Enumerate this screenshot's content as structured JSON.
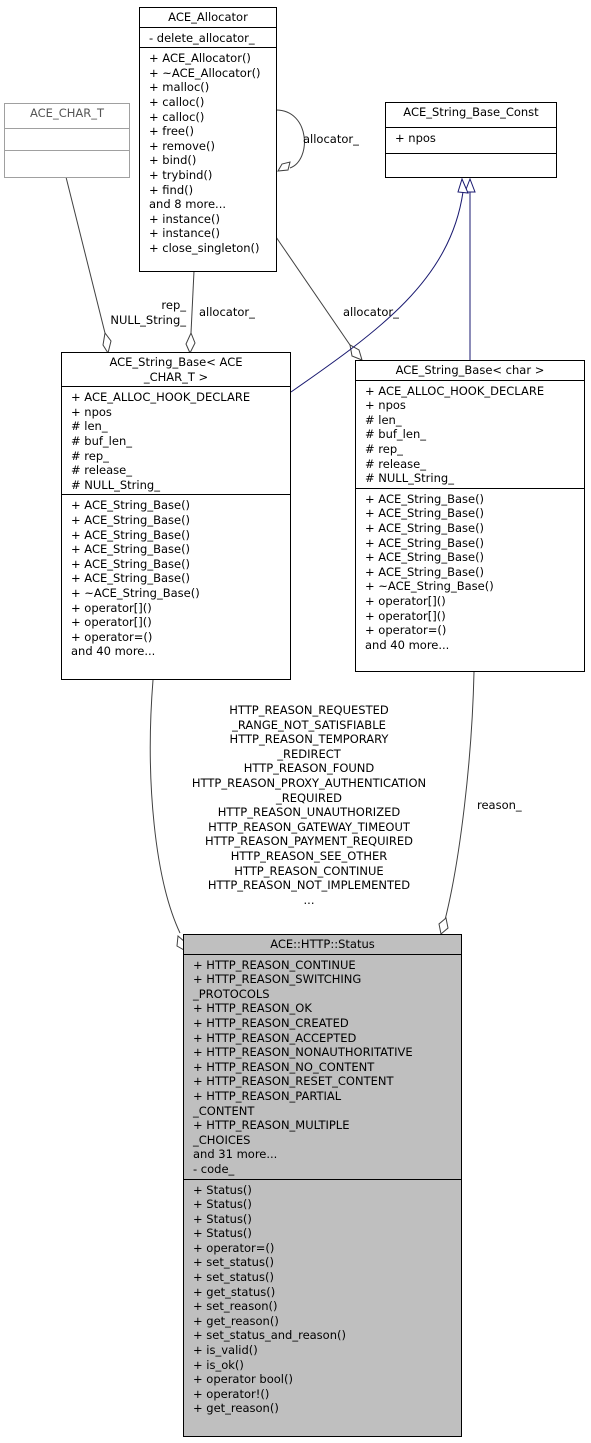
{
  "nodes": {
    "allocator": {
      "title": [
        "ACE_Allocator"
      ],
      "attributes": [
        "- delete_allocator_"
      ],
      "methods": [
        "+ ACE_Allocator()",
        "+ ~ACE_Allocator()",
        "+ malloc()",
        "+ calloc()",
        "+ calloc()",
        "+ free()",
        "+ remove()",
        "+ bind()",
        "+ trybind()",
        "+ find()",
        "and 8 more...",
        "+ instance()",
        "+ instance()",
        "+ close_singleton()"
      ]
    },
    "char_t": {
      "title": [
        "ACE_CHAR_T"
      ],
      "attributes": [],
      "methods": []
    },
    "string_base_const": {
      "title": [
        "ACE_String_Base_Const"
      ],
      "attributes": [
        "+ npos"
      ],
      "methods": []
    },
    "string_base_char_t": {
      "title": [
        "ACE_String_Base< ACE",
        "_CHAR_T >"
      ],
      "attributes": [
        "+ ACE_ALLOC_HOOK_DECLARE",
        "+ npos",
        "# len_",
        "# buf_len_",
        "# rep_",
        "# release_",
        "# NULL_String_"
      ],
      "methods": [
        "+ ACE_String_Base()",
        "+ ACE_String_Base()",
        "+ ACE_String_Base()",
        "+ ACE_String_Base()",
        "+ ACE_String_Base()",
        "+ ACE_String_Base()",
        "+ ~ACE_String_Base()",
        "+ operator[]()",
        "+ operator[]()",
        "+ operator=()",
        "and 40 more..."
      ]
    },
    "string_base_char": {
      "title": [
        "ACE_String_Base< char >"
      ],
      "attributes": [
        "+ ACE_ALLOC_HOOK_DECLARE",
        "+ npos",
        "# len_",
        "# buf_len_",
        "# rep_",
        "# release_",
        "# NULL_String_"
      ],
      "methods": [
        "+ ACE_String_Base()",
        "+ ACE_String_Base()",
        "+ ACE_String_Base()",
        "+ ACE_String_Base()",
        "+ ACE_String_Base()",
        "+ ACE_String_Base()",
        "+ ~ACE_String_Base()",
        "+ operator[]()",
        "+ operator[]()",
        "+ operator=()",
        "and 40 more..."
      ]
    },
    "status": {
      "title": [
        "ACE::HTTP::Status"
      ],
      "attributes": [
        "+ HTTP_REASON_CONTINUE",
        "+ HTTP_REASON_SWITCHING",
        "_PROTOCOLS",
        "+ HTTP_REASON_OK",
        "+ HTTP_REASON_CREATED",
        "+ HTTP_REASON_ACCEPTED",
        "+ HTTP_REASON_NONAUTHORITATIVE",
        "+ HTTP_REASON_NO_CONTENT",
        "+ HTTP_REASON_RESET_CONTENT",
        "+ HTTP_REASON_PARTIAL",
        "_CONTENT",
        "+ HTTP_REASON_MULTIPLE",
        "_CHOICES",
        "and 31 more...",
        "- code_"
      ],
      "methods": [
        "+ Status()",
        "+ Status()",
        "+ Status()",
        "+ Status()",
        "+ operator=()",
        "+ set_status()",
        "+ set_status()",
        "+ get_status()",
        "+ set_reason()",
        "+ get_reason()",
        "+ set_status_and_reason()",
        "+ is_valid()",
        "+ is_ok()",
        "+ operator bool()",
        "+ operator!()",
        "+ get_reason()"
      ]
    }
  },
  "edge_labels": {
    "allocator_self": "allocator_",
    "rep_null": [
      "rep_",
      "NULL_String_"
    ],
    "allocator_left": "allocator_",
    "allocator_right": "allocator_",
    "reason": "reason_",
    "reasons": [
      "HTTP_REASON_REQUESTED",
      "_RANGE_NOT_SATISFIABLE",
      "HTTP_REASON_TEMPORARY",
      "_REDIRECT",
      "HTTP_REASON_FOUND",
      "HTTP_REASON_PROXY_AUTHENTICATION",
      "_REQUIRED",
      "HTTP_REASON_UNAUTHORIZED",
      "HTTP_REASON_GATEWAY_TIMEOUT",
      "HTTP_REASON_PAYMENT_REQUIRED",
      "HTTP_REASON_SEE_OTHER",
      "HTTP_REASON_CONTINUE",
      "HTTP_REASON_NOT_IMPLEMENTED",
      "..."
    ]
  },
  "colors": {
    "inheritance": "#191970",
    "association": "#404040",
    "highlight": "#bfbfbf"
  }
}
